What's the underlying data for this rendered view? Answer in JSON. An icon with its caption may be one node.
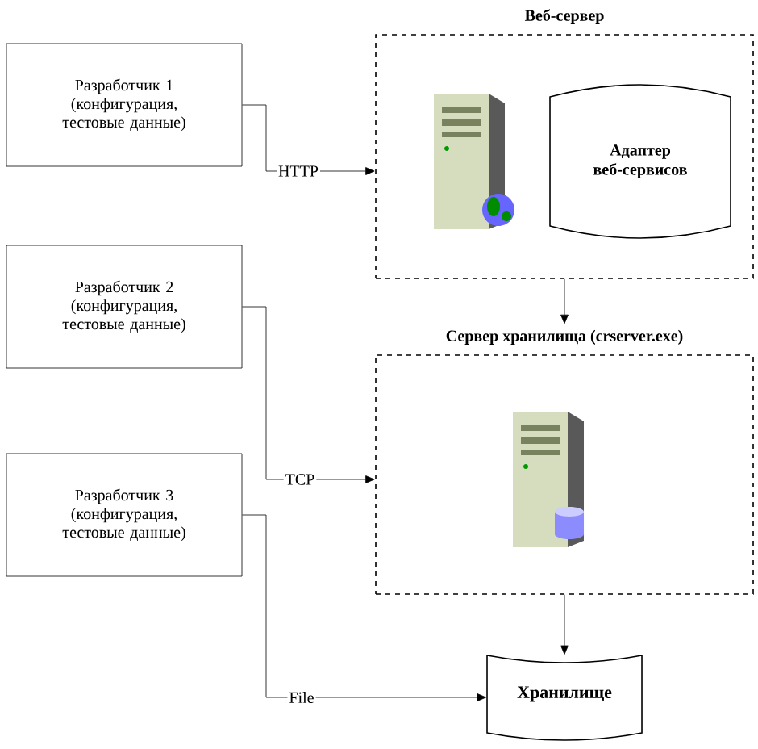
{
  "diagram": {
    "nodes": [
      {
        "text": [
          "Разработчик 1 (конфигурация, тестовые данные)"
        ]
      },
      {
        "text": [
          "Разработчик 2 (конфигурация, тестовые данные)"
        ]
      },
      {
        "text": [
          "Разработчик 3 (конфигурация, тестовые данные)"
        ]
      },
      {
        "text": [
          "Веб-сервер"
        ]
      },
      {
        "text": [],
        "shape": "picture",
        "in": 3
      },
      {
        "text": [
          "Адаптер веб-сервисов"
        ],
        "in": 3
      },
      {
        "text": [
          "Сервер хранилища (crserver.exe)"
        ]
      },
      {
        "text": [],
        "shape": "picture",
        "in": 6
      },
      {
        "text": [
          "Хранилище"
        ]
      }
    ],
    "edges": [
      {
        "from": 0,
        "to": 3,
        "arrow": "to",
        "label": "HTTP"
      },
      {
        "from": 1,
        "to": 6,
        "arrow": "to",
        "label": "TCP"
      },
      {
        "from": 2,
        "to": 8,
        "arrow": "to",
        "label": "File"
      },
      {
        "from": 3,
        "to": 6,
        "arrow": "to"
      },
      {
        "from": 6,
        "to": 8,
        "arrow": "to"
      }
    ]
  }
}
